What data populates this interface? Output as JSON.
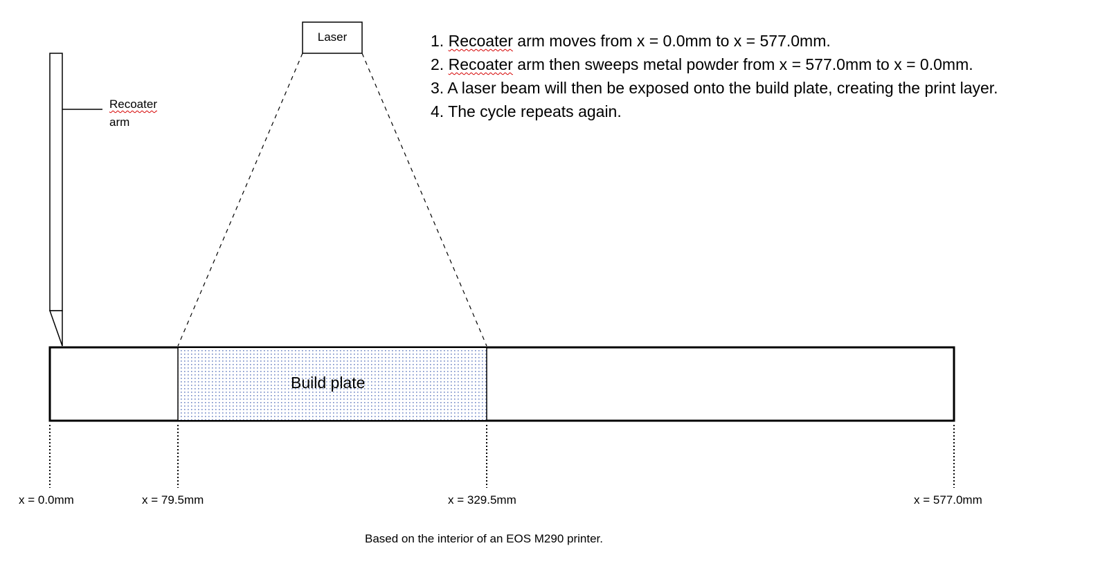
{
  "laser": {
    "label": "Laser"
  },
  "recoater_arm": {
    "label_line1": "Recoater",
    "label_line2": "arm"
  },
  "build_plate": {
    "label": "Build plate"
  },
  "steps": [
    {
      "number": "1.",
      "word": "Recoater",
      "rest": " arm moves from x = 0.0mm to x = 577.0mm."
    },
    {
      "number": "2.",
      "word": "Recoater",
      "rest": " arm then sweeps metal powder from x = 577.0mm to x = 0.0mm."
    },
    {
      "text": "3. A laser beam will then be exposed onto the build plate, creating the print layer."
    },
    {
      "text": "4. The cycle repeats again."
    }
  ],
  "positions": {
    "x0": "x = 0.0mm",
    "x1": "x = 79.5mm",
    "x2": "x = 329.5mm",
    "x3": "x = 577.0mm"
  },
  "footer": "Based on the interior of an EOS M290 printer.",
  "colors": {
    "plate_fill": "#b9c9e8",
    "line": "#000000",
    "spellcheck": "#d60000"
  }
}
